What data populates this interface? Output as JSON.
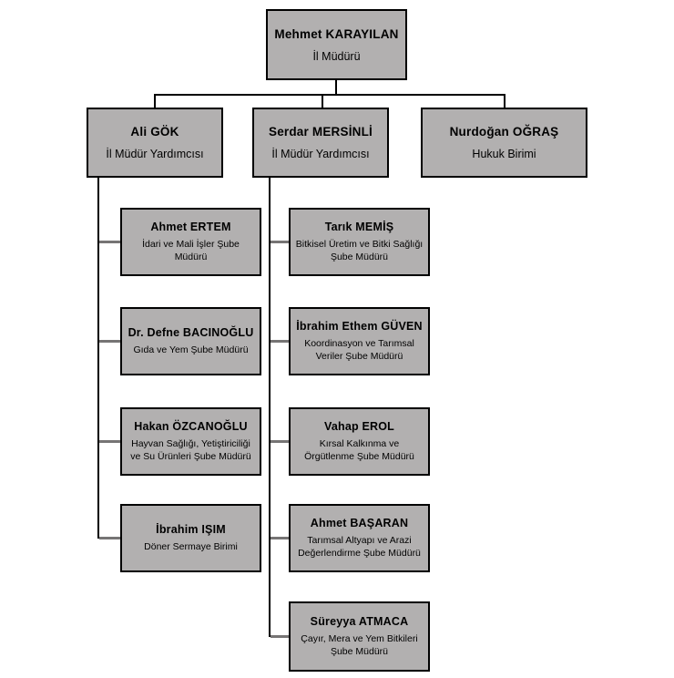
{
  "org": {
    "root": {
      "name": "Mehmet KARAYILAN",
      "title": "İl Müdürü"
    },
    "level2": [
      {
        "name": "Ali GÖK",
        "title": "İl Müdür Yardımcısı"
      },
      {
        "name": "Serdar MERSİNLİ",
        "title": "İl Müdür Yardımcısı"
      },
      {
        "name": "Nurdoğan OĞRAŞ",
        "title": "Hukuk Birimi"
      }
    ],
    "left_branch": [
      {
        "name": "Ahmet ERTEM",
        "title": "İdari ve Mali İşler Şube Müdürü"
      },
      {
        "name": "Dr. Defne BACINOĞLU",
        "title": "Gıda ve Yem Şube Müdürü"
      },
      {
        "name": "Hakan ÖZCANOĞLU",
        "title": "Hayvan Sağlığı, Yetiştiriciliği ve Su Ürünleri Şube Müdürü"
      },
      {
        "name": "İbrahim IŞIM",
        "title": "Döner Sermaye Birimi"
      }
    ],
    "right_branch": [
      {
        "name": "Tarık MEMİŞ",
        "title": "Bitkisel Üretim ve Bitki Sağlığı Şube Müdürü"
      },
      {
        "name": "İbrahim Ethem GÜVEN",
        "title": "Koordinasyon ve Tarımsal Veriler Şube Müdürü"
      },
      {
        "name": "Vahap EROL",
        "title": "Kırsal Kalkınma ve Örgütlenme Şube Müdürü"
      },
      {
        "name": "Ahmet BAŞARAN",
        "title": "Tarımsal Altyapı ve Arazi Değerlendirme Şube Müdürü"
      },
      {
        "name": "Süreyya ATMACA",
        "title": "Çayır, Mera ve Yem Bitkileri Şube Müdürü"
      }
    ],
    "colors": {
      "box_fill": "#b2b0b0",
      "box_border": "#000000",
      "connector": "#000000",
      "stub": "#767474",
      "background": "#ffffff"
    }
  }
}
